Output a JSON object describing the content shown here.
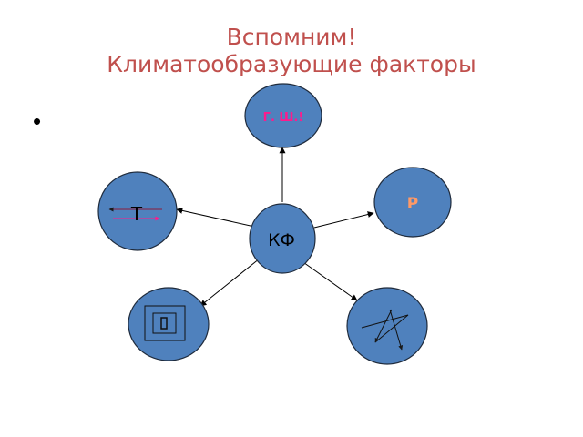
{
  "slide": {
    "title_line_1": "Вспомним!",
    "title_line_2": "Климатообразующие факторы",
    "bullet": "•"
  },
  "diagram": {
    "center": {
      "label": "КФ"
    },
    "nodes": [
      {
        "id": "top",
        "label": "Г. Ш.!",
        "label_color": "#ff1a8c"
      },
      {
        "id": "left",
        "label": "Т"
      },
      {
        "id": "right",
        "label": "Р",
        "label_color": "#ff9966"
      },
      {
        "id": "bottom-left",
        "label": ""
      },
      {
        "id": "bottom-right",
        "label": ""
      }
    ]
  },
  "colors": {
    "title": "#c0504d",
    "node_fill": "#4f81bd",
    "node_stroke": "#1f2b3c",
    "connector": "#000000"
  },
  "icons": {
    "left": "temperature-arrows-icon",
    "bottom-left": "square-frame-icon",
    "bottom-right": "star-scribble-icon"
  }
}
